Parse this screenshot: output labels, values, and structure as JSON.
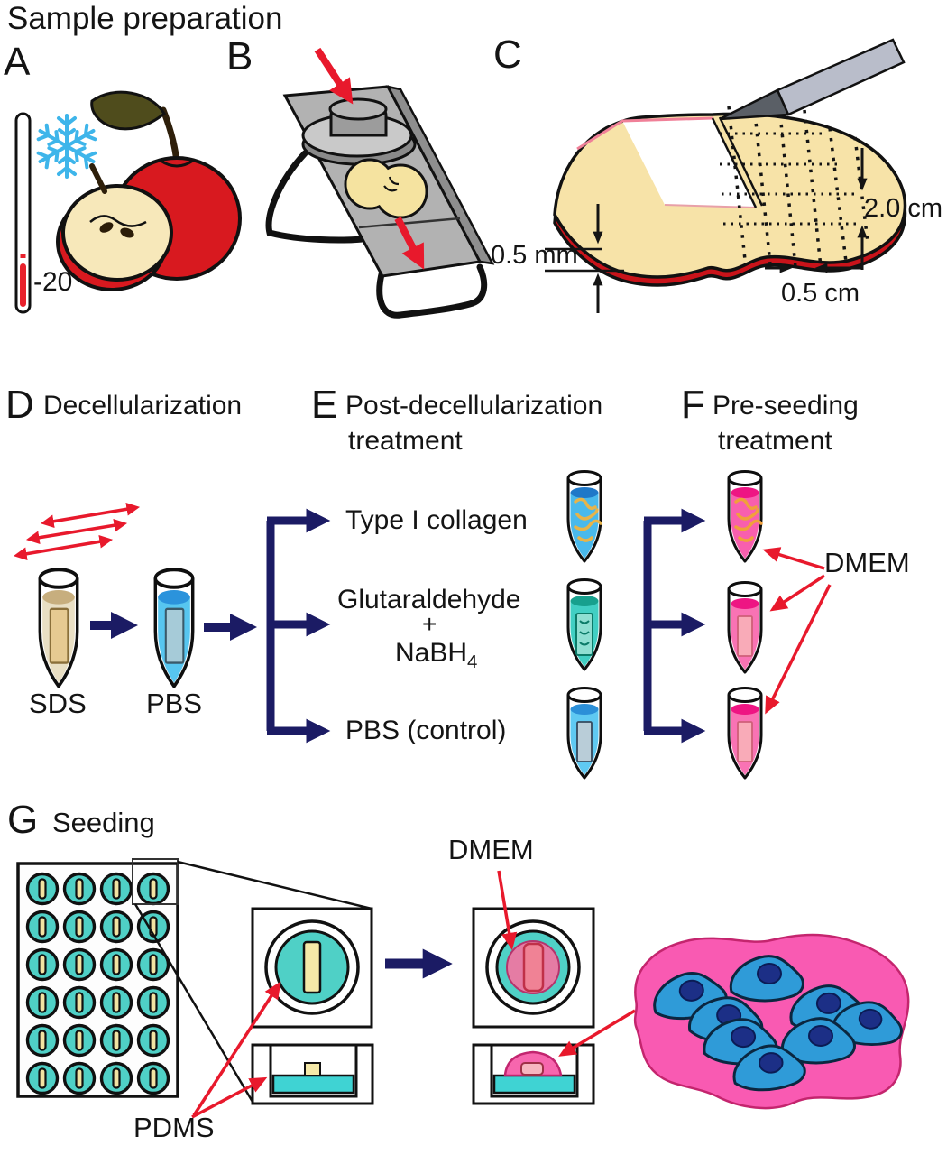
{
  "title": "Sample preparation",
  "palette": {
    "navy_arrow": "#1b1b64",
    "red_arrow": "#e8192c",
    "magenta_medium": "#ee1583",
    "teal_pdms": "#4fd0c6",
    "apple_red": "#d8191f",
    "apple_flesh": "#f7e3aa",
    "pbs_blue": "#49b9ec",
    "cell_blue": "#2f9bd8"
  },
  "panel_a": {
    "letter": "A",
    "temperature": "-20"
  },
  "panel_b": {
    "letter": "B"
  },
  "panel_c": {
    "letter": "C",
    "dim_thickness": "0.5 mm",
    "dim_height": "2.0 cm",
    "dim_width": "0.5 cm"
  },
  "panel_d": {
    "letter": "D",
    "title": "Decellularization",
    "step1": "SDS",
    "step2": "PBS"
  },
  "panel_e": {
    "letter": "E",
    "title_line1": "Post-decellularization",
    "title_line2": "treatment",
    "option1": "Type I collagen",
    "option2_line1": "Glutaraldehyde",
    "option2_plus": "+",
    "option2_line2a": "NaBH",
    "option2_line2b": "4",
    "option3": "PBS (control)"
  },
  "panel_f": {
    "letter": "F",
    "title_line1": "Pre-seeding",
    "title_line2": "treatment",
    "medium": "DMEM"
  },
  "panel_g": {
    "letter": "G",
    "title": "Seeding",
    "medium": "DMEM",
    "substrate": "PDMS"
  }
}
